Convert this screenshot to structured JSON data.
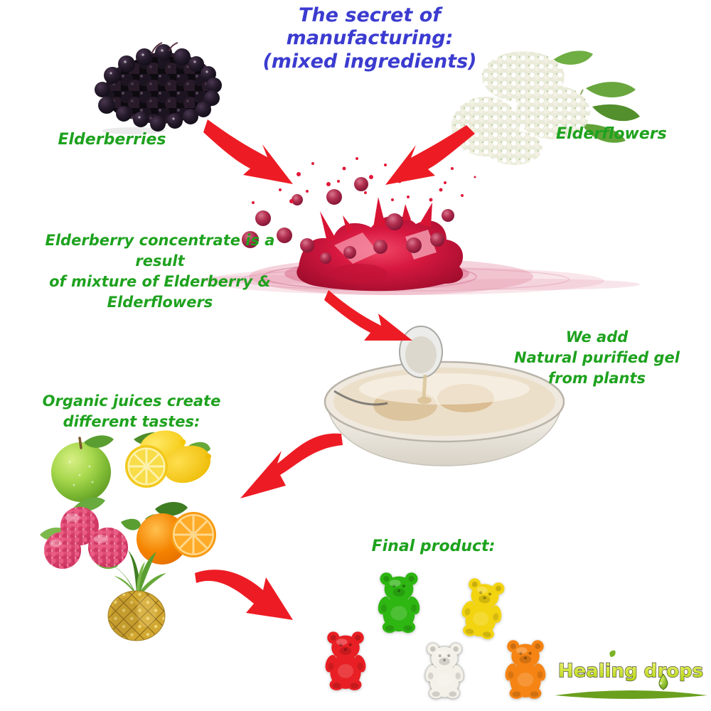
{
  "title": {
    "line1": "The secret of manufacturing:",
    "line2": "(mixed ingredients)"
  },
  "labels": {
    "elderberries": "Elderberries",
    "elderflowers": "Elderflowers"
  },
  "captions": {
    "concentrate": [
      "Elderberry concentrate is a result",
      "of mixture of Elderberry &",
      "Elderflowers"
    ],
    "gel": [
      "We add",
      "Natural purified gel",
      "from plants"
    ],
    "juices": [
      "Organic juices create",
      "different tastes:"
    ],
    "final_product": "Final product:"
  },
  "illustrations": {
    "elderberries": "elderberry-cluster",
    "elderflowers": "elderflower-blossoms-with-leaves",
    "splash": "red-elderberry-juice-splash-with-berries",
    "gel_bowl": "glass-bowl-of-purified-gel-with-spoon",
    "fruits": [
      "green-apple",
      "lemons",
      "raspberries",
      "orange",
      "pineapple"
    ]
  },
  "gummy_bears": [
    {
      "name": "green",
      "color": "#2eb612"
    },
    {
      "name": "yellow",
      "color": "#f3d410"
    },
    {
      "name": "red",
      "color": "#e81f24"
    },
    {
      "name": "white",
      "color": "#f4f1e9"
    },
    {
      "name": "orange",
      "color": "#f58414"
    }
  ],
  "logo": {
    "text": "Healing drops"
  },
  "colors": {
    "title_blue": "#3b3bd0",
    "caption_green": "#1ea21e",
    "arrow_red": "#ed1c24",
    "logo_yellow_green": "#cde32f"
  }
}
